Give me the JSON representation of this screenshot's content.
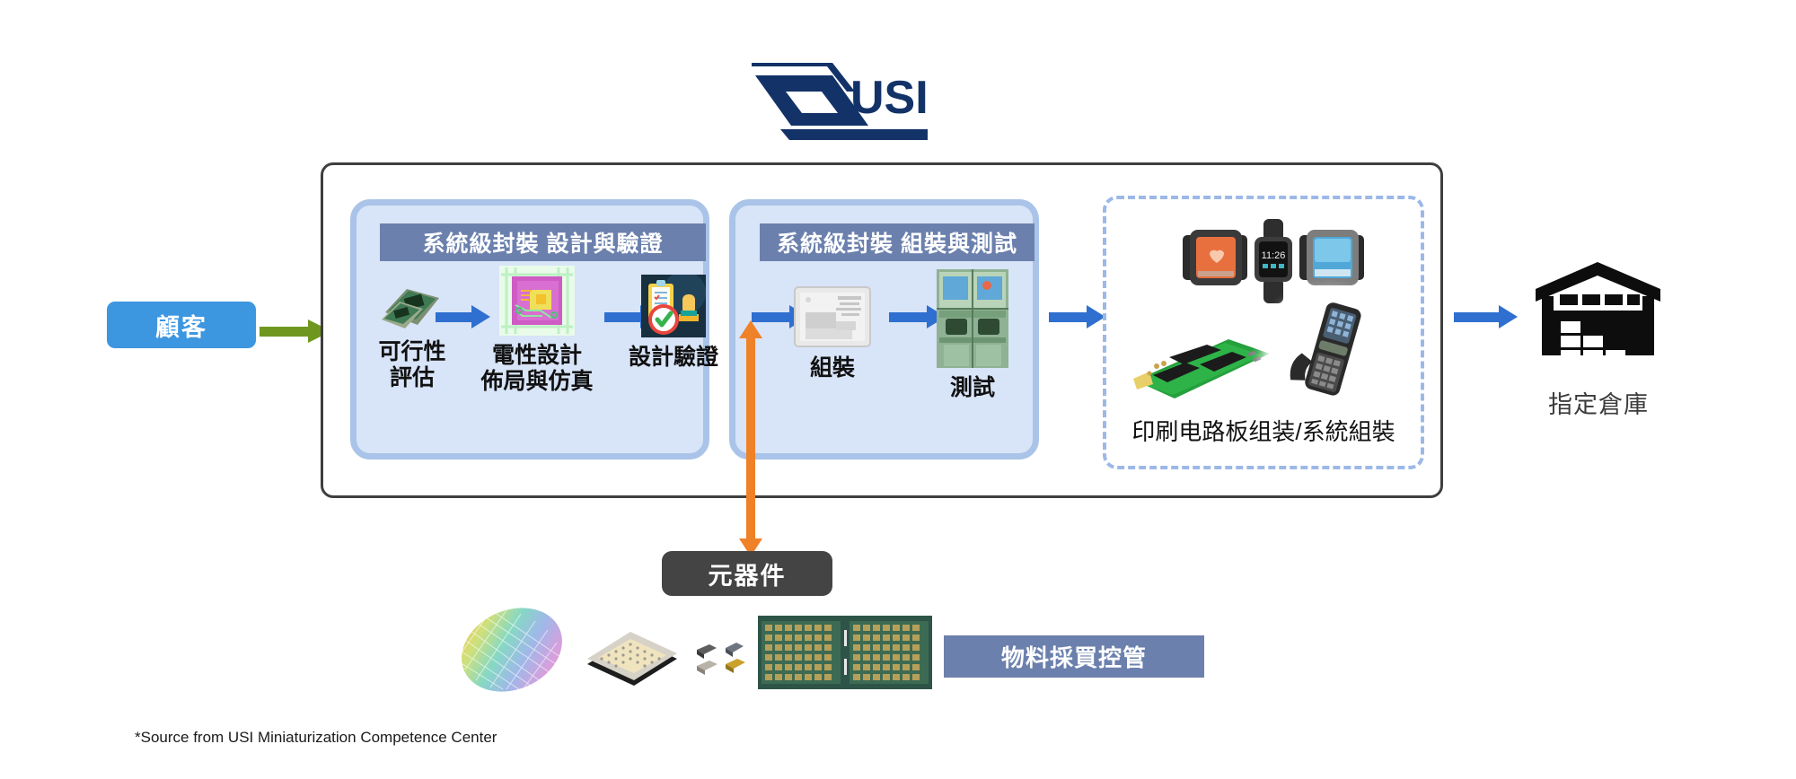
{
  "logo": {
    "name": "USI",
    "wordmark": "USI",
    "color": "#133368"
  },
  "customer": {
    "label": "顧客",
    "color": "#3d96e0"
  },
  "flow": {
    "customer_to_frame_arrow": "green-arrow",
    "frame_to_warehouse_arrow": "blue-arrow"
  },
  "panels": [
    {
      "id": "design",
      "header": "系統級封裝 設計與驗證",
      "steps": [
        {
          "icon": "circuit-board-icon",
          "label": "可行性\n評估"
        },
        {
          "icon": "chip-layout-icon",
          "label": "電性設計\n佈局與仿真"
        },
        {
          "icon": "clipboard-stamp-verified-icon",
          "label": "設計驗證"
        }
      ]
    },
    {
      "id": "assembly",
      "header": "系統級封裝 組裝與測試",
      "steps": [
        {
          "icon": "sip-module-icon",
          "label": "組裝"
        },
        {
          "icon": "test-equipment-icon",
          "label": "測試"
        }
      ]
    }
  ],
  "pcba": {
    "label": "印刷电路板组装/系統組裝",
    "items": [
      {
        "icon": "smartwatches-icon",
        "detail": "11:26"
      },
      {
        "icon": "ssd-module-icon"
      },
      {
        "icon": "handheld-terminal-icon"
      }
    ],
    "border_color": "#9cb8e8"
  },
  "warehouse": {
    "icon": "warehouse-icon",
    "label": "指定倉庫"
  },
  "components": {
    "label": "元器件",
    "color": "#444444",
    "arrow_color": "#ef8129",
    "artwork": [
      {
        "icon": "silicon-wafer-icon"
      },
      {
        "icon": "bga-package-icon"
      },
      {
        "icon": "passive-components-icon"
      },
      {
        "icon": "pcb-panel-icon"
      }
    ]
  },
  "procurement": {
    "label": "物料採買控管",
    "color": "#6b80ad"
  },
  "footnote": {
    "text": "*Source from USI Miniaturization Competence Center"
  },
  "colors": {
    "blue_arrow": "#2f6fd0",
    "green_arrow": "#6f9720",
    "orange_arrow": "#ef8129",
    "panel_fill": "#d8e4f8",
    "panel_border": "#aac3e8",
    "header_slate": "#6b80ad",
    "frame_border": "#3f3f3f"
  }
}
